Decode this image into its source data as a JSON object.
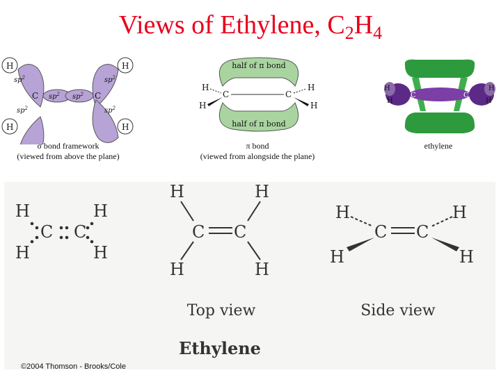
{
  "title": {
    "main": "Views of Ethylene, C",
    "sub1": "2",
    "mid": "H",
    "sub2": "4"
  },
  "orbital_panels": {
    "sigma_caption_1": "σ bond framework",
    "sigma_caption_2": "(viewed from above the plane)",
    "pi_caption_1": "π bond",
    "pi_caption_2": "(viewed from alongside the plane)",
    "pi_lobe_label": "half of π bond",
    "ethylene_caption": "ethylene",
    "hybrid_label": "sp",
    "hybrid_sup": "2",
    "carbon": "C",
    "hydrogen": "H"
  },
  "structures": {
    "top_view_label": "Top view",
    "side_view_label": "Side view",
    "molecule_name": "Ethylene",
    "carbon": "C",
    "hydrogen": "H"
  },
  "credit": "©2004 Thomson - Brooks/Cole",
  "colors": {
    "title": "#e8001c",
    "sp2_lobe": "#b7a3d6",
    "pi_lobe": "#a9d4a0",
    "green_density": "#2e9a3e",
    "purple_density": "#7b3fa6"
  }
}
